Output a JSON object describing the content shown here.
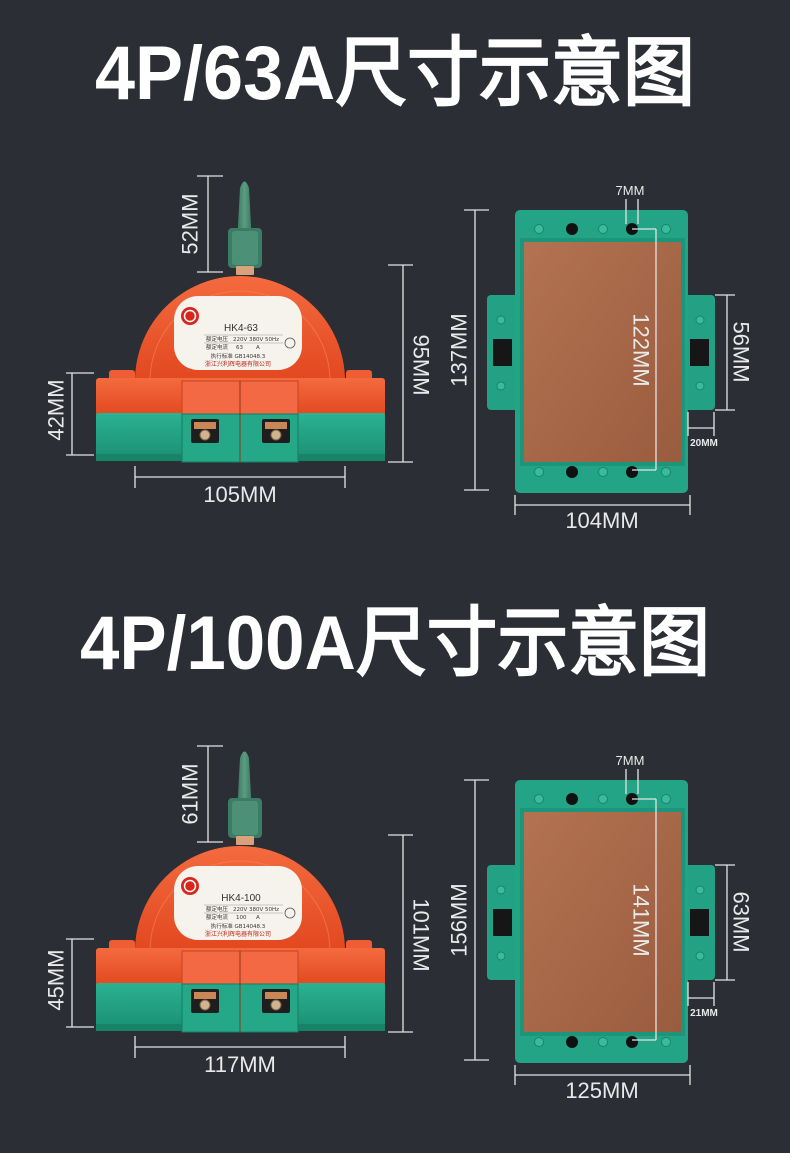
{
  "colors": {
    "background": "#2b2e34",
    "title_text": "#ffffff",
    "switch_orange": "#ef5b33",
    "switch_green": "#23a487",
    "handle_green": "#4d9078",
    "plate_brown": "#a9694a",
    "dimension_line": "#e3e3e3"
  },
  "icons": {
    "nameplate_logo": "brand-logo",
    "nameplate_mark": "ccc-mark"
  },
  "sections": [
    {
      "title": "4P/63A尺寸示意图",
      "front_view": {
        "handle_height": "52MM",
        "total_height": "95MM",
        "base_height": "42MM",
        "width": "105MM",
        "nameplate": {
          "model": "HK4-63",
          "rated_voltage_label": "额定电压",
          "voltage_1": "220V",
          "voltage_2": "380V",
          "frequency": "50Hz",
          "rated_current_label": "额定电流",
          "rated_current": "63",
          "current_unit": "A",
          "standard": "执行标准 GB14048.3",
          "manufacturer": "浙江兴利辉电器有限公司"
        }
      },
      "top_view": {
        "length": "137MM",
        "hole_spacing": "122MM",
        "hole_diameter": "7MM",
        "ear_length": "56MM",
        "ear_width": "20MM",
        "width": "104MM"
      }
    },
    {
      "title": "4P/100A尺寸示意图",
      "front_view": {
        "handle_height": "61MM",
        "total_height": "101MM",
        "base_height": "45MM",
        "width": "117MM",
        "nameplate": {
          "model": "HK4-100",
          "rated_voltage_label": "额定电压",
          "voltage_1": "220V",
          "voltage_2": "380V",
          "frequency": "50Hz",
          "rated_current_label": "额定电流",
          "rated_current": "100",
          "current_unit": "A",
          "standard": "执行标准 GB14048.3",
          "manufacturer": "浙江兴利辉电器有限公司"
        }
      },
      "top_view": {
        "length": "156MM",
        "hole_spacing": "141MM",
        "hole_diameter": "7MM",
        "ear_length": "63MM",
        "ear_width": "21MM",
        "width": "125MM"
      }
    }
  ]
}
